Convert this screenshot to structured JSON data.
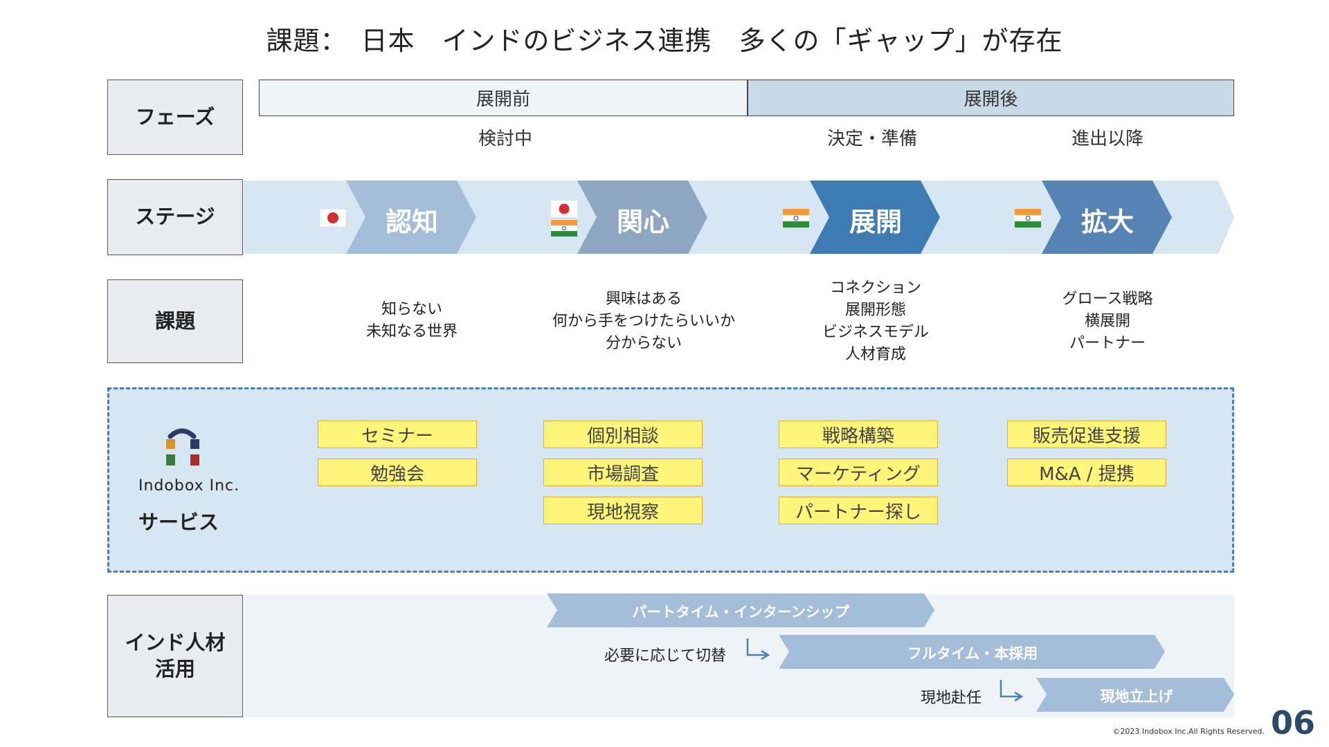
{
  "title": "課題：　日本　インドのビジネス連携　多くの「ギャップ」が存在",
  "labels": {
    "phase": "フェーズ",
    "stage": "ステージ",
    "issues": "課題",
    "talent_line1": "インド人材",
    "talent_line2": "活用"
  },
  "phases": {
    "pre": "展開前",
    "post": "展開後",
    "sub_pre": "検討中",
    "sub_mid": "決定・準備",
    "sub_post": "進出以降"
  },
  "stages": [
    {
      "label": "認知",
      "color": "#a4bdd8",
      "flag": "japan"
    },
    {
      "label": "関心",
      "color": "#8ea6c2",
      "flag": "japan-india"
    },
    {
      "label": "展開",
      "color": "#3f7bb3",
      "flag": "india"
    },
    {
      "label": "拡大",
      "color": "#5583b4",
      "flag": "india"
    }
  ],
  "issues": [
    {
      "l1": "知らない",
      "l2": "未知なる世界",
      "l3": "",
      "l4": ""
    },
    {
      "l1": "興味はある",
      "l2": "何から手をつけたらいいか",
      "l3": "分からない",
      "l4": ""
    },
    {
      "l1": "コネクション",
      "l2": "展開形態",
      "l3": "ビジネスモデル",
      "l4": "人材育成"
    },
    {
      "l1": "グロース戦略",
      "l2": "横展開",
      "l3": "パートナー",
      "l4": ""
    }
  ],
  "services": {
    "logo_text": "Indobox Inc.",
    "title": "サービス",
    "col1": [
      "セミナー",
      "勉強会"
    ],
    "col2": [
      "個別相談",
      "市場調査",
      "現地視察"
    ],
    "col3": [
      "戦略構築",
      "マーケティング",
      "パートナー探し"
    ],
    "col4": [
      "販売促進支援",
      "M&A / 提携"
    ]
  },
  "talent": {
    "bar1": "パートタイム・インターンシップ",
    "bar2": "フルタイム・本採用",
    "bar3": "現地立上げ",
    "note1": "必要に応じて切替",
    "note2": "現地赴任"
  },
  "footer": {
    "copyright": "©2023 Indobox Inc.All Rights Reserved.",
    "page": "06"
  },
  "colors": {
    "stage_band": "#d6e6f3",
    "service_border": "#4a7fb3",
    "service_button": "#fff57a",
    "talent_bar": "#a4bdd8"
  }
}
